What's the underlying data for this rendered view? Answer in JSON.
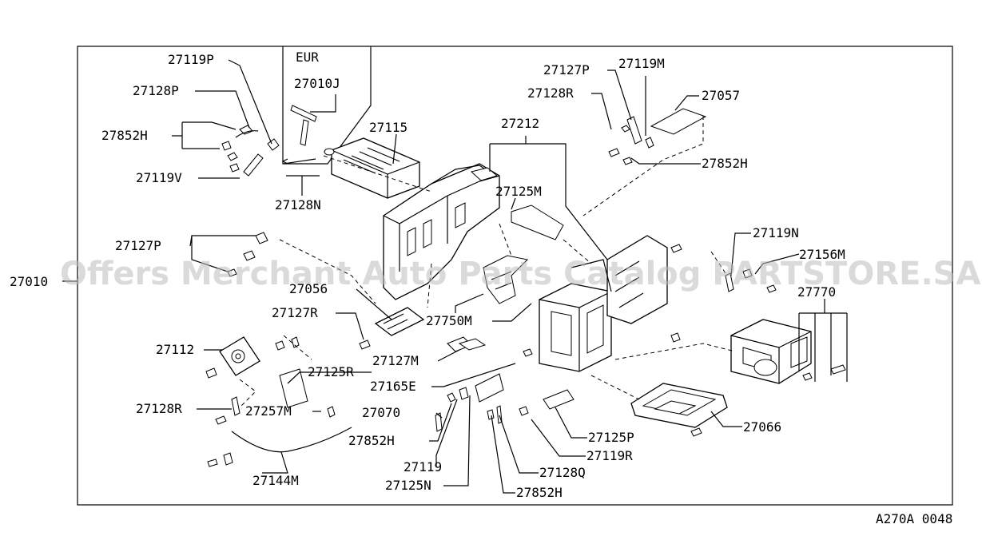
{
  "labels": {
    "p27010": "27010",
    "eur": "EUR",
    "p27010J": "27010J",
    "p27119P": "27119P",
    "p27128P": "27128P",
    "p27852H_a": "27852H",
    "p27119V": "27119V",
    "p27115": "27115",
    "p27128N": "27128N",
    "p27212": "27212",
    "p27127P_top": "27127P",
    "p27119M": "27119M",
    "p27128R_top": "27128R",
    "p27057": "27057",
    "p27852H_b": "27852H",
    "p27125M": "27125M",
    "p27119N": "27119N",
    "p27156M": "27156M",
    "p27127P_left": "27127P",
    "p27056": "27056",
    "p27770": "27770",
    "p27127R": "27127R",
    "p27750M": "27750M",
    "p27112": "27112",
    "p27127M": "27127M",
    "p27125R": "27125R",
    "p27165E": "27165E",
    "p27128R_left": "27128R",
    "p27257M": "27257M",
    "p27070": "27070",
    "p27066": "27066",
    "p27852H_c": "27852H",
    "p27125P": "27125P",
    "p27119": "27119",
    "p27119R": "27119R",
    "p27144M": "27144M",
    "p27128Q": "27128Q",
    "p27125N": "27125N",
    "p27852H_d": "27852H",
    "diagram_code": "A270A 0048"
  },
  "watermark": "Offers Merchant Auto Parts Catalog PARTSTORE.SA",
  "colors": {
    "line": "#000000",
    "background": "#ffffff",
    "watermark": "#bdbdbd"
  }
}
